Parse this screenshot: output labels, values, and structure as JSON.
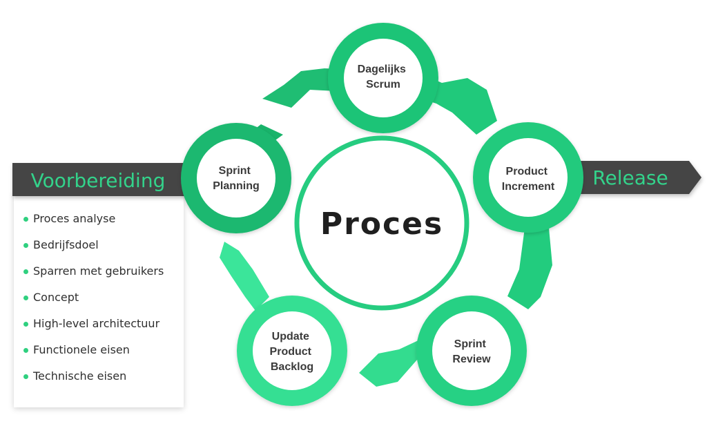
{
  "center_label": "Proces",
  "cycle": {
    "nodes": [
      {
        "line1": "Dagelijks",
        "line2": "Scrum",
        "line3": ""
      },
      {
        "line1": "Product",
        "line2": "Increment",
        "line3": ""
      },
      {
        "line1": "Sprint",
        "line2": "Review",
        "line3": ""
      },
      {
        "line1": "Update",
        "line2": "Product",
        "line3": "Backlog"
      },
      {
        "line1": "Sprint",
        "line2": "Planning",
        "line3": ""
      }
    ]
  },
  "preparation": {
    "title": "Voorbereiding",
    "items": [
      "Proces analyse",
      "Bedrijfsdoel",
      "Sparren met gebruikers",
      "Concept",
      "High-level architectuur",
      "Functionele eisen",
      "Technische eisen"
    ]
  },
  "release": {
    "title": "Release"
  },
  "colors": {
    "ring_dark": "#18b36a",
    "ring_mid": "#22c97c",
    "ring_light": "#3be59a",
    "node_border": "#21c77c",
    "bullet": "#2fd07f",
    "banner_bg": "#454545",
    "banner_text": "#33d38b"
  }
}
